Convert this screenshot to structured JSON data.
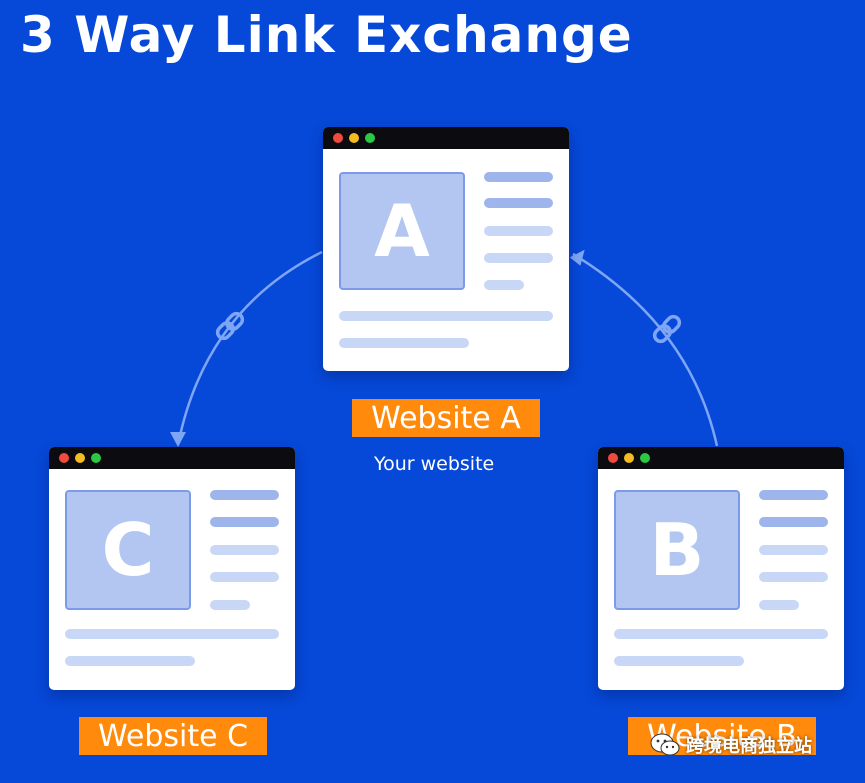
{
  "title": "3 Way Link Exchange",
  "windows": {
    "a": {
      "letter": "A",
      "label": "Website A",
      "sublabel": "Your website"
    },
    "b": {
      "letter": "B",
      "label": "Website B"
    },
    "c": {
      "letter": "C",
      "label": "Website C"
    }
  },
  "watermark": "跨境电商独立站",
  "colors": {
    "background": "#0648d8",
    "label_bg": "#ff8a0b",
    "arrow": "#7ea6f5",
    "window_bar": "#0c0c10"
  },
  "icons": [
    "link-chain-icon",
    "arrow-head-icon",
    "wechat-icon"
  ]
}
